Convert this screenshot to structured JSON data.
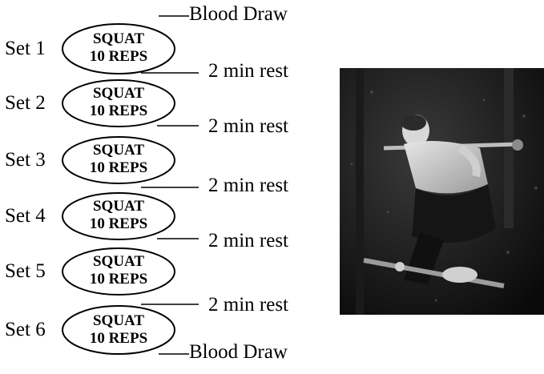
{
  "blood_draw_top": "Blood Draw",
  "blood_draw_bottom": "Blood Draw",
  "sets": [
    {
      "label": "Set 1",
      "exercise": "SQUAT",
      "reps": "10 REPS"
    },
    {
      "label": "Set 2",
      "exercise": "SQUAT",
      "reps": "10 REPS"
    },
    {
      "label": "Set 3",
      "exercise": "SQUAT",
      "reps": "10 REPS"
    },
    {
      "label": "Set 4",
      "exercise": "SQUAT",
      "reps": "10 REPS"
    },
    {
      "label": "Set 5",
      "exercise": "SQUAT",
      "reps": "10 REPS"
    },
    {
      "label": "Set 6",
      "exercise": "SQUAT",
      "reps": "10 REPS"
    }
  ],
  "rests": [
    "2 min rest",
    "2 min rest",
    "2 min rest",
    "2 min rest",
    "2 min rest"
  ]
}
